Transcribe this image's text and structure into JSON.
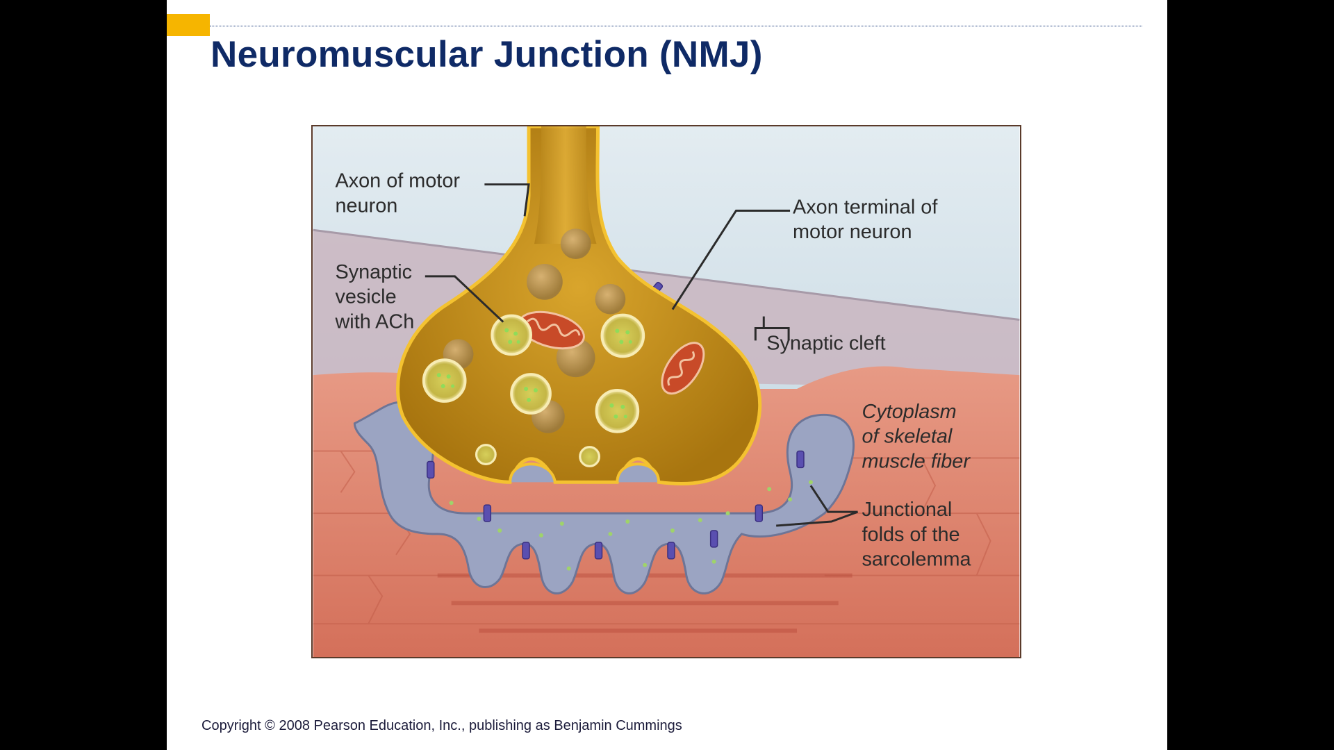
{
  "slide": {
    "title": "Neuromuscular Junction (NMJ)",
    "copyright": "Copyright © 2008 Pearson Education, Inc., publishing as Benjamin Cummings"
  },
  "figure": {
    "labels": {
      "axon_line1": "Axon of motor",
      "axon_line2": "neuron",
      "terminal_line1": "Axon terminal of",
      "terminal_line2": "motor neuron",
      "vesicle_line1": "Synaptic",
      "vesicle_line2": "vesicle",
      "vesicle_line3": "with ACh",
      "cleft": "Synaptic cleft",
      "cytoplasm_line1": "Cytoplasm",
      "cytoplasm_line2": "of skeletal",
      "cytoplasm_line3": "muscle fiber",
      "folds_line1": "Junctional",
      "folds_line2": "folds of the",
      "folds_line3": "sarcolemma"
    }
  },
  "colors": {
    "title": "#0f2a66",
    "accent": "#f6b500",
    "axon": "#d9a528",
    "muscle": "#d9745e",
    "sarcolemma": "#8f9ab8",
    "background_fluid": "#c9dbe6"
  }
}
